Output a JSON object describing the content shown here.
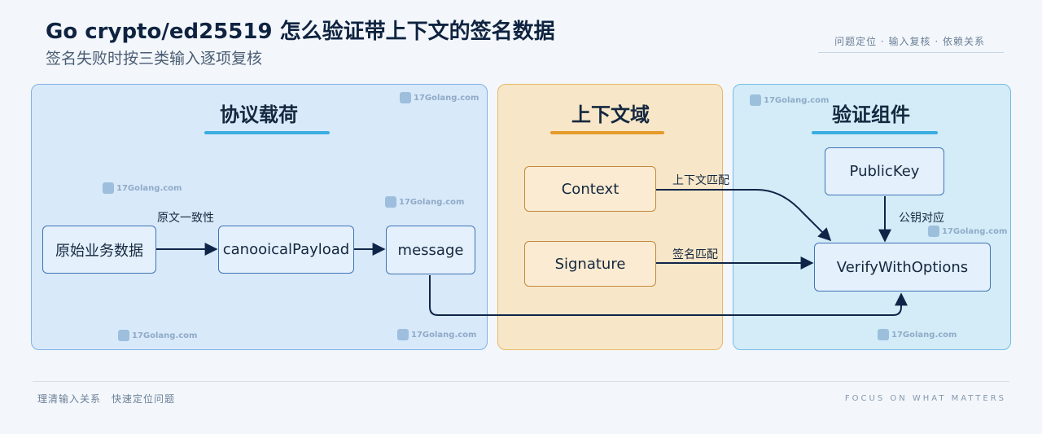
{
  "header": {
    "title": "Go crypto/ed25519 怎么验证带上下文的签名数据",
    "subtitle": "签名失败时按三类输入逐项复核",
    "tags": "问题定位 · 输入复核 · 依赖关系"
  },
  "panels": {
    "protocol": {
      "title": "协议载荷",
      "accent": "#3aaee0"
    },
    "context": {
      "title": "上下文域",
      "accent": "#e59a2a"
    },
    "verify": {
      "title": "验证组件",
      "accent": "#3aaee0"
    }
  },
  "nodes": {
    "raw": "原始业务数据",
    "canonical": "canooicalPayload",
    "message": "message",
    "context": "Context",
    "signature": "Signature",
    "publickey": "PublicKey",
    "verify": "VerifyWithOptions"
  },
  "edge_labels": {
    "raw_to_canonical": "原文一致性",
    "context_match": "上下文匹配",
    "signature_match": "签名匹配",
    "key_match": "公钥对应"
  },
  "watermark": "17Golang.com",
  "footer": {
    "left": "理清输入关系　快速定位问题",
    "right": "FOCUS ON WHAT MATTERS"
  },
  "colors": {
    "arrow": "#0f2548",
    "protocol_fill": "#d8e9fa",
    "context_fill": "#f8e6c8",
    "verify_fill": "#d4ecf8"
  }
}
